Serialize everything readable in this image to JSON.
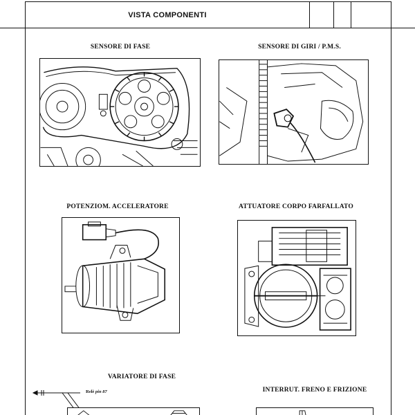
{
  "header": {
    "title": "VISTA COMPONENTI"
  },
  "figures": {
    "phase_sensor": {
      "caption": "SENSORE DI FASE",
      "icon": "timing-belt-gears-drawing"
    },
    "rpm_sensor": {
      "caption": "SENSORE DI GIRI / P.M.S.",
      "icon": "flywheel-sensor-drawing"
    },
    "accelerator_pot": {
      "caption": "POTENZIOM. ACCELERATORE",
      "icon": "potentiometer-drawing"
    },
    "throttle_actuator": {
      "caption": "ATTUATORE CORPO FARFALLATO",
      "icon": "throttle-body-drawing"
    },
    "phase_variator": {
      "caption": "VARIATORE DI FASE",
      "relay_label": "Relè",
      "relay_pin": "pin 87",
      "icon": "phase-variator-drawing"
    },
    "brake_clutch_switch": {
      "caption": "INTERRUT. FRENO E FRIZIONE",
      "icon": "pedal-switch-drawing"
    }
  }
}
